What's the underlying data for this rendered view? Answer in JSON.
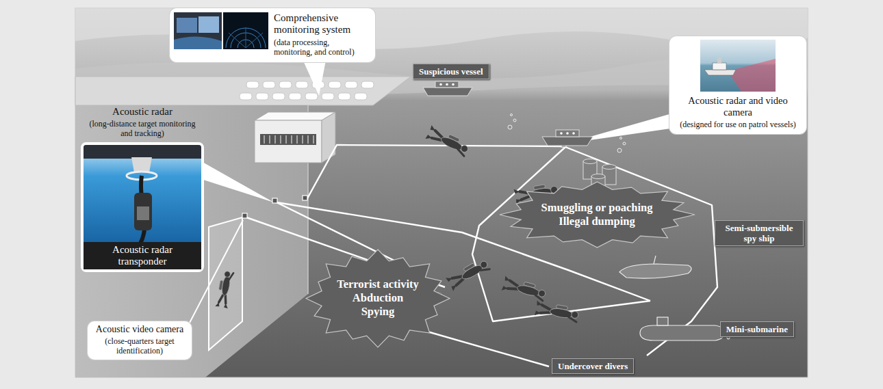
{
  "diagram": {
    "nodes": [
      {
        "text": [
          "Comprehensive monitoring system",
          "(data processing, monitoring, and control)"
        ]
      },
      {
        "text": [
          "Acoustic radar",
          "(long-distance target monitoring and tracking)"
        ]
      },
      {
        "text": [
          "Acoustic radar transponder"
        ],
        "in": 1
      },
      {
        "text": [
          "Suspicious vessel"
        ]
      },
      {
        "text": [
          "Acoustic radar and video camera",
          "(designed for use on patrol vessels)"
        ]
      },
      {
        "text": [
          "Smuggling or poaching",
          "Illegal dumping"
        ]
      },
      {
        "text": [
          "Semi-submersible spy ship"
        ]
      },
      {
        "text": [
          "Terrorist activity",
          "Abduction",
          "Spying"
        ]
      },
      {
        "text": [
          "Acoustic video camera",
          "(close-quarters target identification)"
        ]
      },
      {
        "text": [
          "Mini-submarine"
        ]
      },
      {
        "text": [
          "Undercover divers"
        ]
      }
    ]
  }
}
